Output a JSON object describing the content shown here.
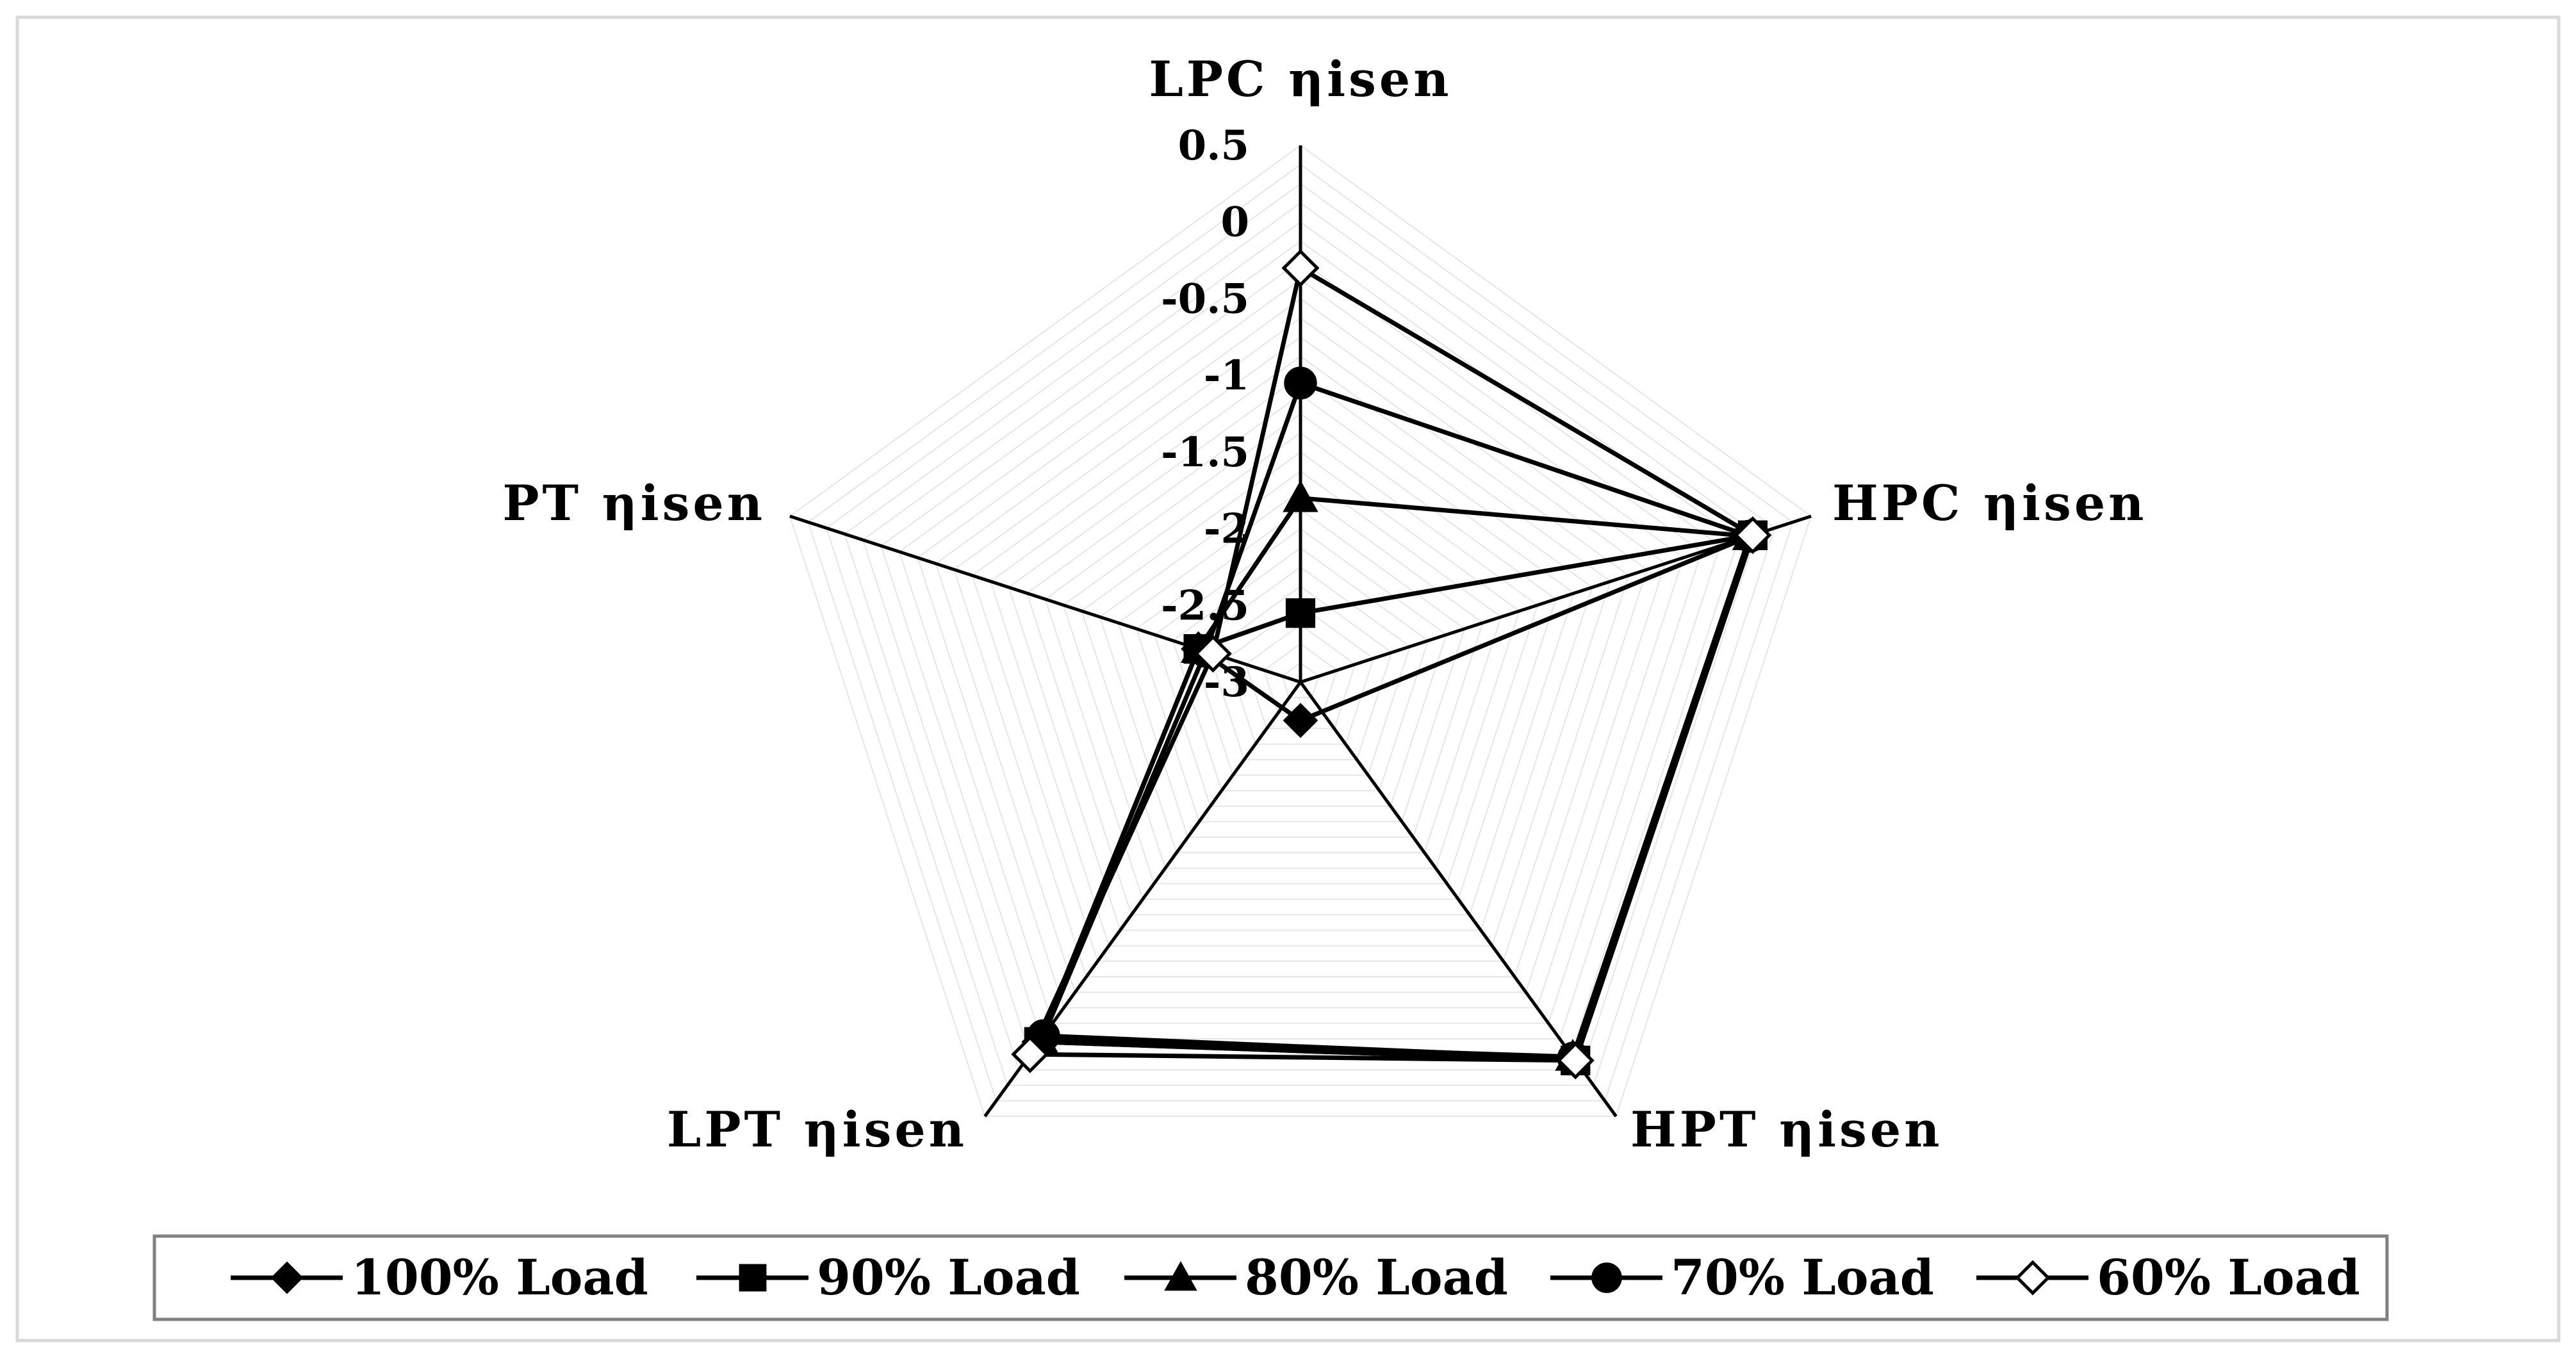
{
  "chart_data": {
    "type": "radar",
    "axes": [
      "LPC ηisen",
      "HPC ηisen",
      "HPT ηisen",
      "LPT ηisen",
      "PT ηisen"
    ],
    "range": [
      -3,
      0.5
    ],
    "tick_values": [
      0.5,
      0,
      -0.5,
      -1,
      -1.5,
      -2,
      -2.5,
      -3
    ],
    "tick_labels": [
      "0.5",
      "0",
      "-0.5",
      "-1",
      "-1.5",
      "-2",
      "-2.5",
      "-3"
    ],
    "grid": true,
    "legend_position": "bottom",
    "series": [
      {
        "name": "100% Load",
        "marker": "diamond-filled",
        "values": [
          -3.25,
          0.1,
          0.05,
          -0.1,
          -2.3
        ]
      },
      {
        "name": "90% Load",
        "marker": "square-filled",
        "values": [
          -2.55,
          0.1,
          0.05,
          -0.1,
          -2.3
        ]
      },
      {
        "name": "80% Load",
        "marker": "triangle-filled",
        "values": [
          -1.8,
          0.08,
          0.02,
          -0.12,
          -2.3
        ]
      },
      {
        "name": "70% Load",
        "marker": "circle-filled",
        "values": [
          -1.05,
          0.08,
          0.03,
          -0.15,
          -2.35
        ]
      },
      {
        "name": "60% Load",
        "marker": "diamond-open",
        "values": [
          -0.3,
          0.1,
          0.05,
          0.0,
          -2.4
        ]
      }
    ]
  },
  "colors": {
    "line": "#000000",
    "grid": "#e6e6e6",
    "frame": "#d9d9d9",
    "legend_border": "#808080"
  }
}
